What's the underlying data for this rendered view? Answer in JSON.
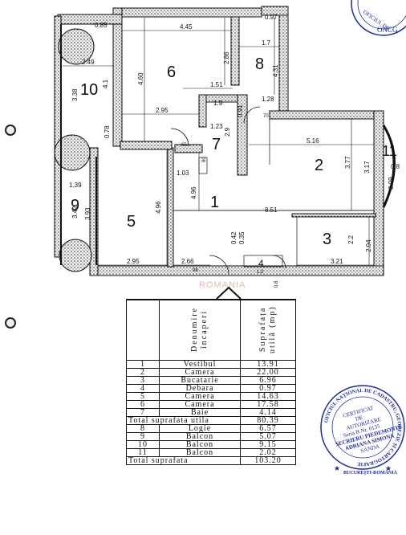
{
  "plan": {
    "rooms": [
      {
        "id": "1",
        "label": "1"
      },
      {
        "id": "2",
        "label": "2"
      },
      {
        "id": "3",
        "label": "3"
      },
      {
        "id": "4",
        "label": "4"
      },
      {
        "id": "5",
        "label": "5"
      },
      {
        "id": "6",
        "label": "6"
      },
      {
        "id": "7",
        "label": "7"
      },
      {
        "id": "8",
        "label": "8"
      },
      {
        "id": "9",
        "label": "9"
      },
      {
        "id": "10",
        "label": "10"
      },
      {
        "id": "11",
        "label": "11"
      }
    ],
    "dimensions": {
      "d445": "4.45",
      "d097": "0.97",
      "d085": "0.85",
      "d17": "1.7",
      "d249": "2.49",
      "d286": "2.86",
      "d431": "4.31",
      "d338": "3.38",
      "d41": "4.1",
      "d460": "4.60",
      "d151": "1.51",
      "d295a": "2.95",
      "d19": "1.9",
      "d091": "0.91",
      "d128": "1.28",
      "d078": "0.78",
      "d123": "1.23",
      "d29": "2.9",
      "d70": "70",
      "d516": "5.16",
      "d65": "65",
      "d80": "80",
      "d103": "1.03",
      "d377": "3.77",
      "d317": "3.17",
      "d08": "0.8",
      "d309": "3.09",
      "d139": "1.39",
      "d496a": "4.96",
      "d496b": "4.96",
      "d851": "8.51",
      "d342": "3.42",
      "d393": "3.93",
      "d042": "0.42",
      "d035": "0.35",
      "d22": "2.2",
      "d204": "2.04",
      "d295b": "2.95",
      "d266": "2.66",
      "d321": "3.21",
      "d12": "1.2",
      "d98": "98",
      "d08b": "0.8"
    },
    "watermark": "ROMANIA",
    "stamp_top": {
      "line1": "OFICIUL DE",
      "line2": "ONCG"
    }
  },
  "table": {
    "header": {
      "denumire": "Denumire încaperi",
      "suprafata": "Suprafața utilă (mp)"
    },
    "rows": [
      {
        "nr": "1",
        "name": "Vestibul",
        "area": "13.91"
      },
      {
        "nr": "2",
        "name": "Camera",
        "area": "22.00"
      },
      {
        "nr": "3",
        "name": "Bucatarie",
        "area": "6.96"
      },
      {
        "nr": "4",
        "name": "Debara",
        "area": "0.97"
      },
      {
        "nr": "5",
        "name": "Camera",
        "area": "14.63"
      },
      {
        "nr": "6",
        "name": "Camera",
        "area": "17.58"
      },
      {
        "nr": "7",
        "name": "Baie",
        "area": "4.14"
      }
    ],
    "total_util": {
      "label": "Total suprafata utila",
      "area": "80.39"
    },
    "rows2": [
      {
        "nr": "8",
        "name": "Logie",
        "area": "6.57"
      },
      {
        "nr": "9",
        "name": "Balcon",
        "area": "5.07"
      },
      {
        "nr": "10",
        "name": "Balcon",
        "area": "9.15"
      },
      {
        "nr": "11",
        "name": "Balcon",
        "area": "2.02"
      }
    ],
    "total": {
      "label": "Total suprafata",
      "area": "103.20"
    }
  },
  "stamp": {
    "ring": "OFICIUL NAȚIONAL DE CADASTRU, GEODEZIE ȘI CARTOGRAFIE",
    "bottom": "BUCUREȘTI-ROMÂNIA",
    "lines": [
      "CERTIFICAT",
      "DE",
      "AUTORIZARE",
      "Seria B Nr. 0135",
      "SECRIERU PIEDEMONTE",
      "ADRIANA SIMONA",
      "SANDA"
    ]
  },
  "colors": {
    "ink": "#111111",
    "stamp": "#1a2a9a",
    "watermark": "#e9b9a8",
    "hatch": "#555555"
  }
}
